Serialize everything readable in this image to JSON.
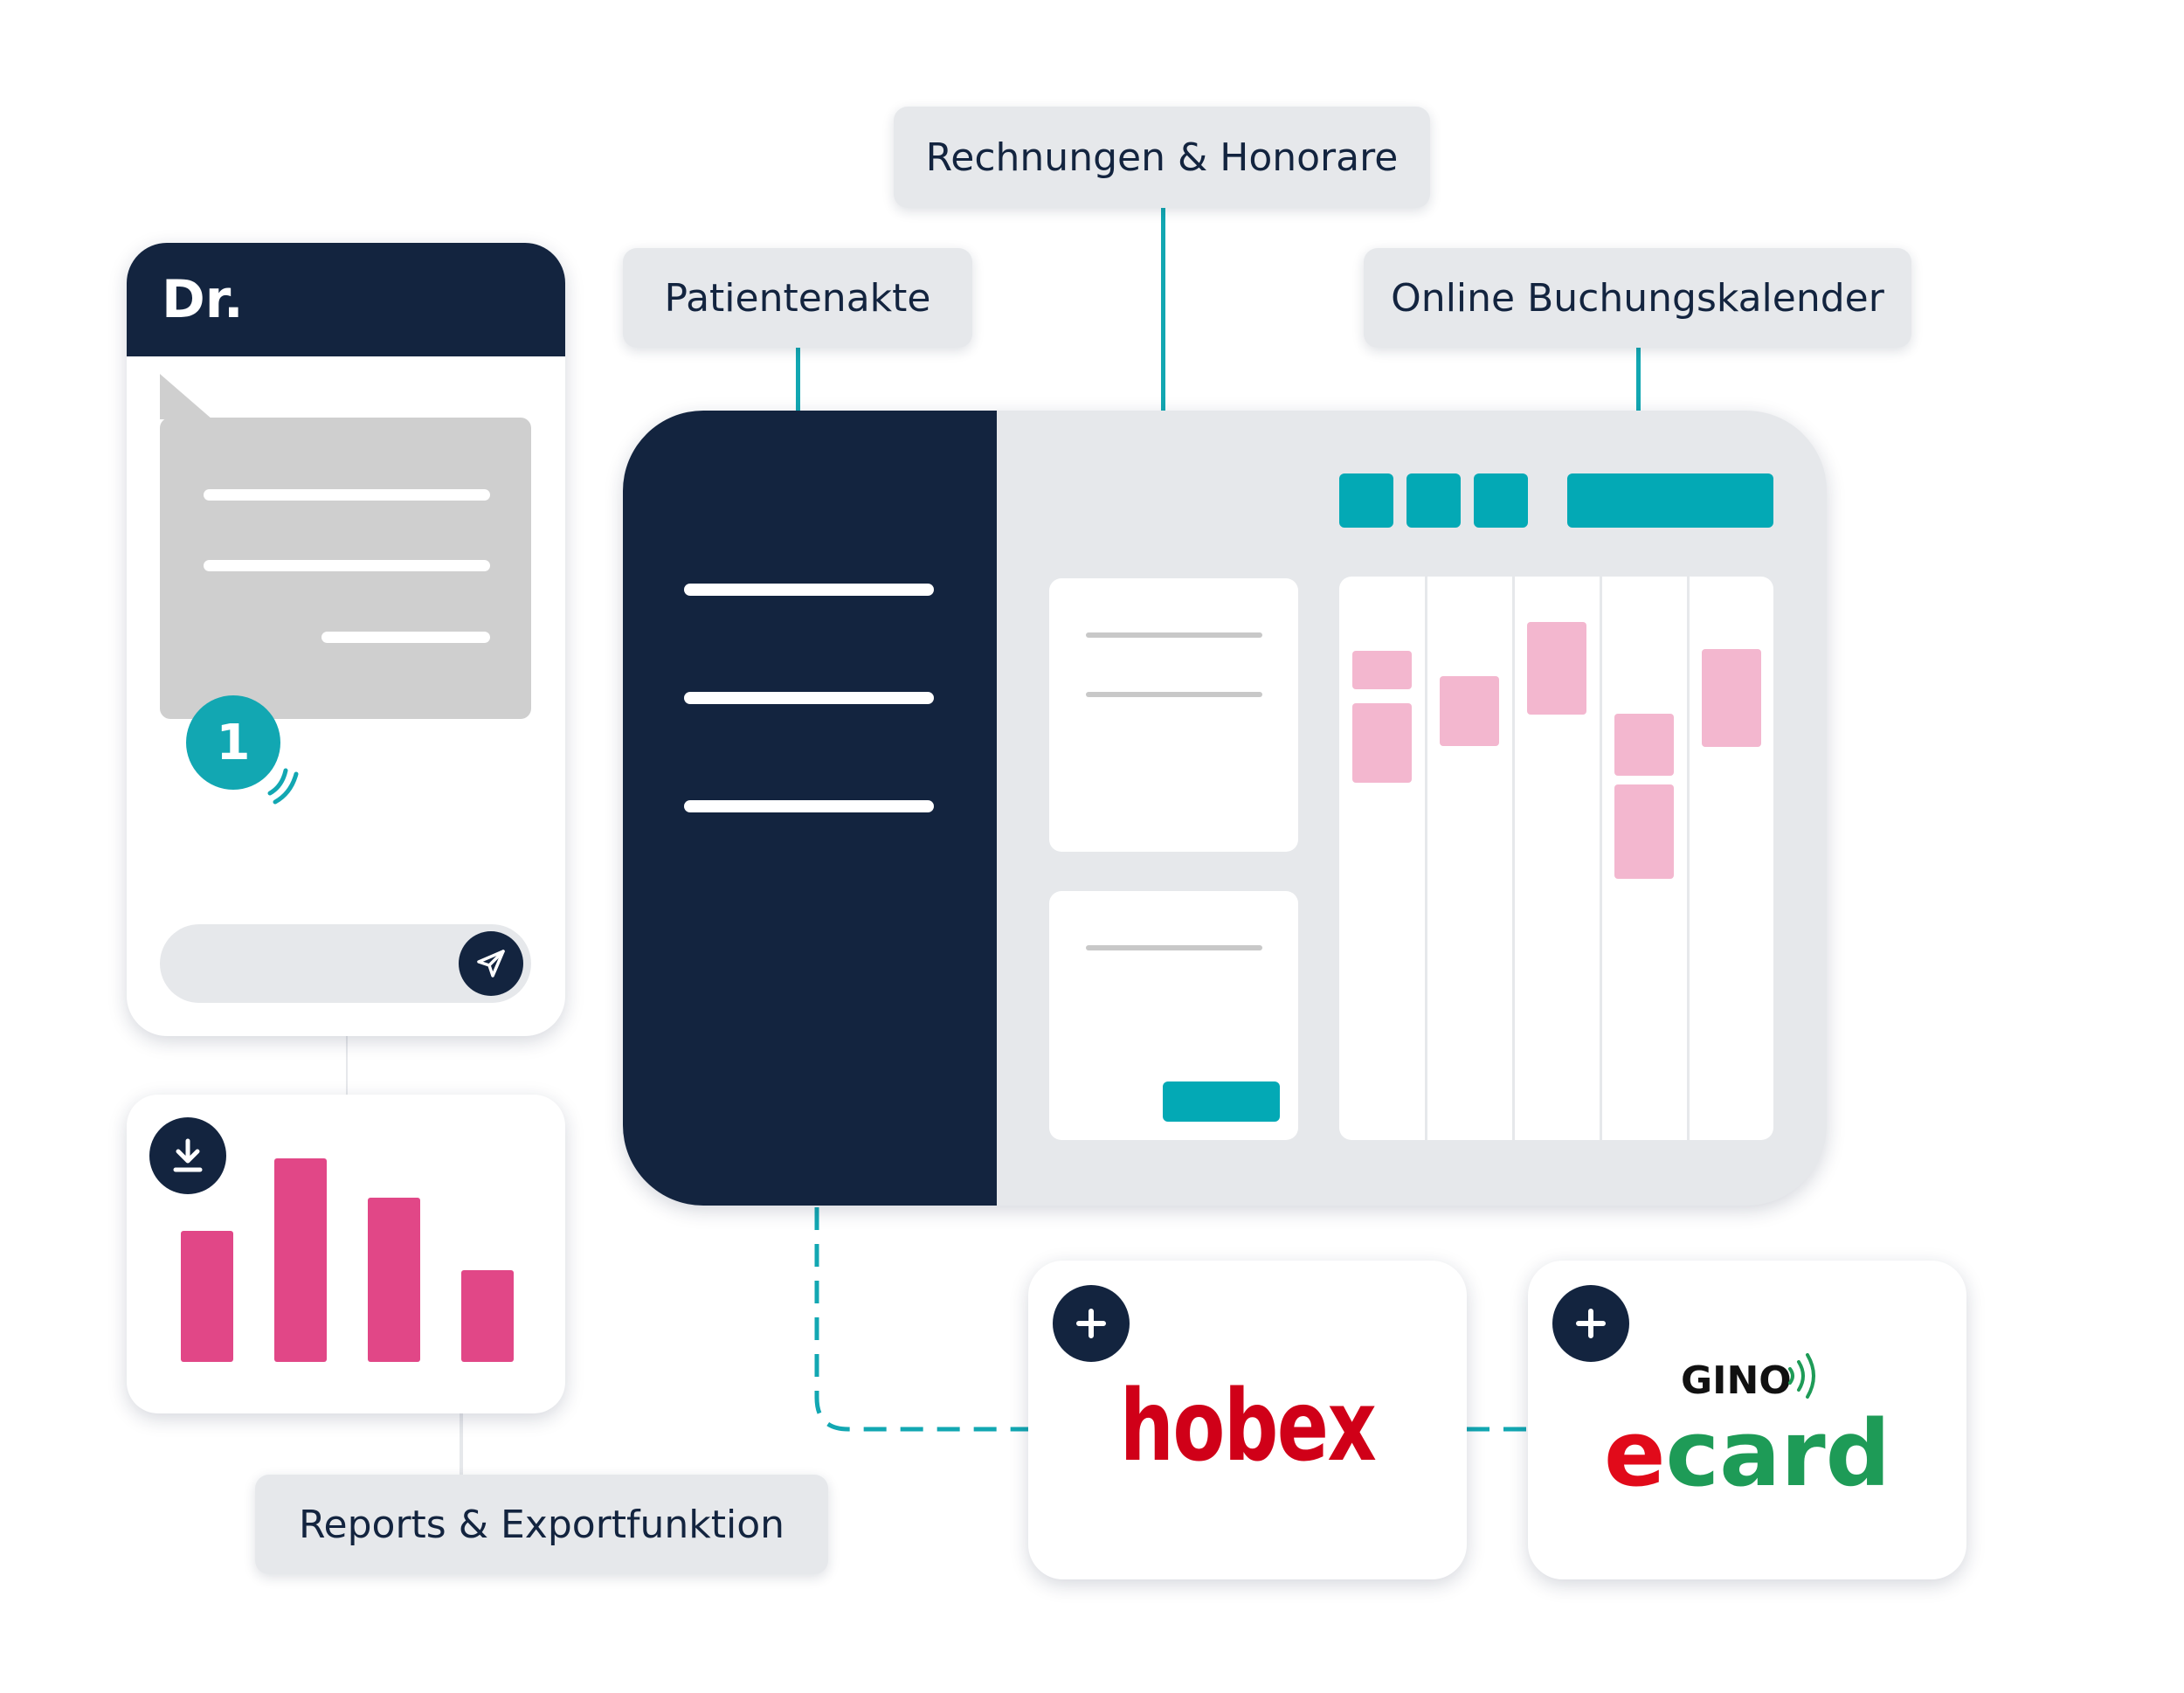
{
  "labels": {
    "rechnungen": "Rechnungen & Honorare",
    "patientenakte": "Patientenakte",
    "buchungskalender": "Online Buchungskalender",
    "reports": "Reports & Exportfunktion"
  },
  "phone": {
    "title": "Dr.",
    "badge_count": "1",
    "send_icon": "send-icon"
  },
  "report": {
    "download_icon": "download-icon",
    "bars": [
      0.6,
      0.93,
      0.75,
      0.42
    ],
    "bar_color": "#e14787"
  },
  "integrations": {
    "hobex": {
      "logo": "hobex",
      "icon": "plus-icon"
    },
    "ecard": {
      "brand": "GINO",
      "logo_e": "e",
      "logo_rest": "card",
      "icon": "plus-icon"
    }
  },
  "colors": {
    "navy": "#13243f",
    "teal": "#03a9b5",
    "appointment": "#f3b7cf"
  }
}
